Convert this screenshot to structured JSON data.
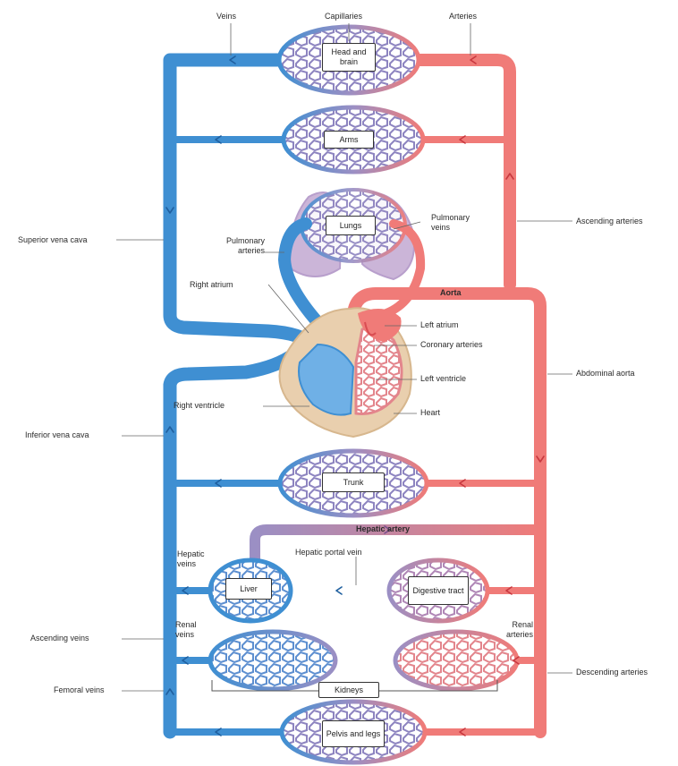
{
  "labels": {
    "veins": "Veins",
    "capillaries": "Capillaries",
    "arteries": "Arteries",
    "ascending_arteries": "Ascending arteries",
    "superior_vena_cava": "Superior vena cava",
    "pulmonary_arteries": "Pulmonary arteries",
    "pulmonary_veins": "Pulmonary veins",
    "right_atrium": "Right atrium",
    "aorta": "Aorta",
    "left_atrium": "Left atrium",
    "coronary_arteries": "Coronary arteries",
    "left_ventricle": "Left ventricle",
    "abdominal_aorta": "Abdominal aorta",
    "right_ventricle": "Right ventricle",
    "heart": "Heart",
    "inferior_vena_cava": "Inferior vena cava",
    "hepatic_artery": "Hepatic artery",
    "hepatic_veins": "Hepatic veins",
    "hepatic_portal_vein": "Hepatic portal vein",
    "renal_veins": "Renal veins",
    "renal_arteries": "Renal arteries",
    "ascending_veins": "Ascending veins",
    "descending_arteries": "Descending arteries",
    "femoral_veins": "Femoral veins"
  },
  "boxes": {
    "head_brain": "Head and brain",
    "arms": "Arms",
    "lungs": "Lungs",
    "trunk": "Trunk",
    "liver": "Liver",
    "digestive_tract": "Digestive tract",
    "kidneys": "Kidneys",
    "pelvis_legs": "Pelvis and legs"
  },
  "colors": {
    "oxygen_poor": "#3f8fd2",
    "oxygen_rich": "#f07b78",
    "mixed": "#9b8fc4",
    "lung_tissue": "#c9b3d6",
    "heart_tissue": "#e8cfae"
  }
}
